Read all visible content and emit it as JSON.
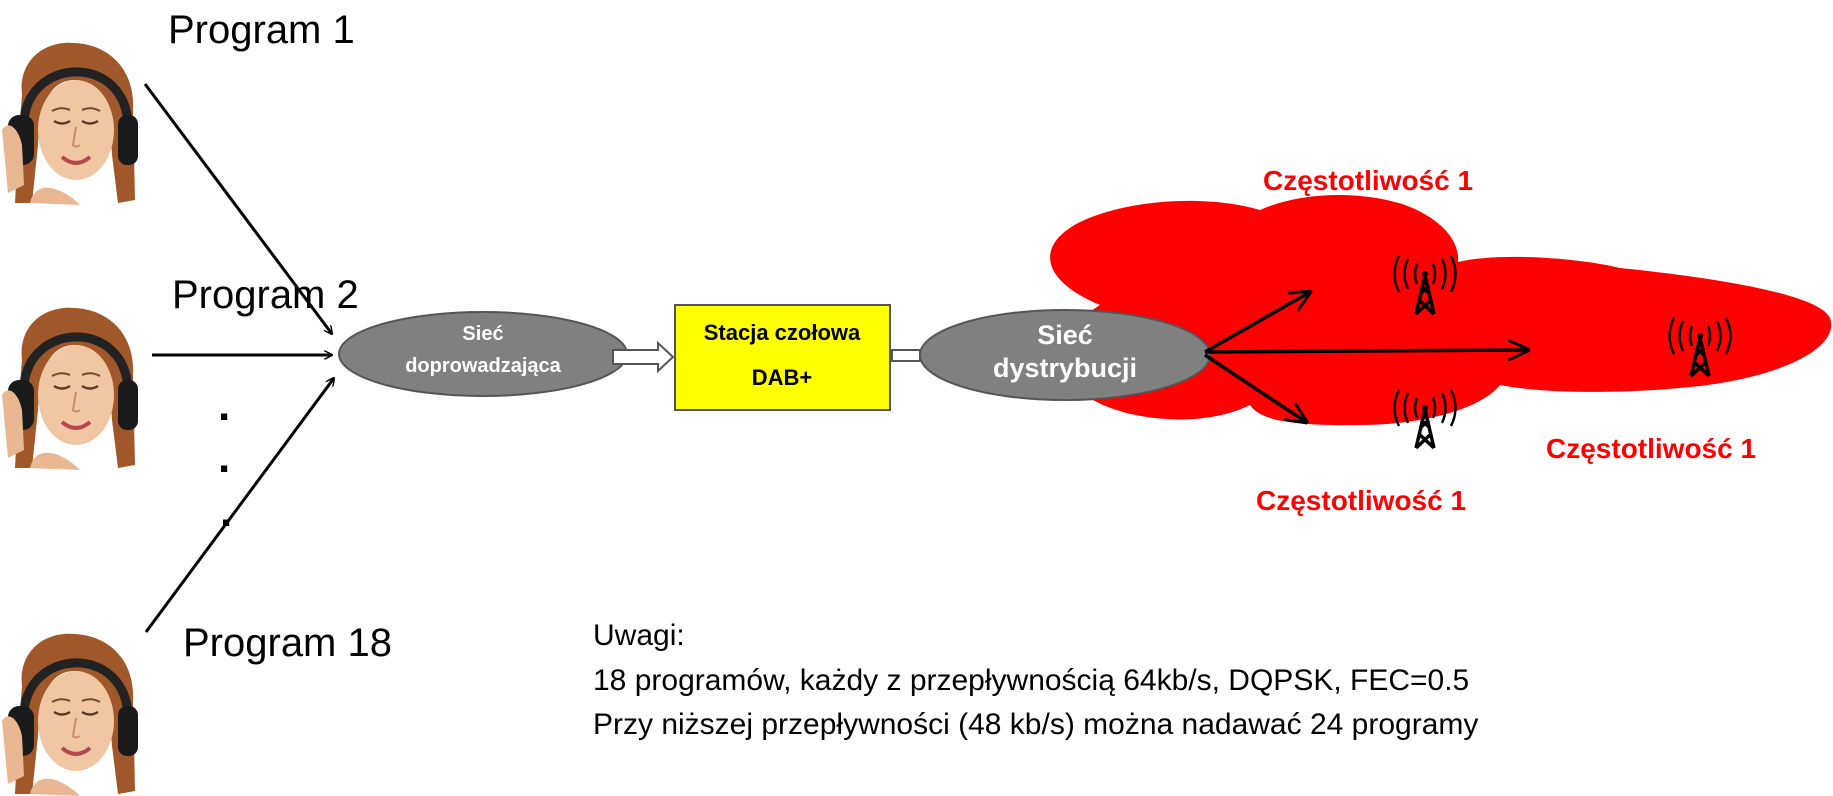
{
  "programs": [
    {
      "label": "Program  1"
    },
    {
      "label": "Program  2"
    },
    {
      "label": "Program  18"
    }
  ],
  "ellipsis": ".",
  "nodes": {
    "feeder_line1": "Sieć",
    "feeder_line2": "doprowadzająca",
    "headend_line1": "Stacja czołowa",
    "headend_line2": "DAB+",
    "distribution_line1": "Sieć",
    "distribution_line2": "dystrybucji"
  },
  "frequencies": [
    {
      "label": "Częstotliwość 1"
    },
    {
      "label": "Częstotliwość 1"
    },
    {
      "label": "Częstotliwość 1"
    }
  ],
  "notes": {
    "title": "Uwagi:",
    "line1": "18 programów, każdy z przepływnością 64kb/s, DQPSK, FEC=0.5",
    "line2": "Przy niższej przepływności (48 kb/s) można nadawać 24 programy"
  },
  "icons": [
    "headphones-listener-image",
    "transmitter-tower-icon",
    "arrow-icon"
  ],
  "colors": {
    "coverage": "#ff0000",
    "node_fill": "#808080",
    "headend_fill": "#ffff00",
    "frequency_text": "#ff0000"
  }
}
